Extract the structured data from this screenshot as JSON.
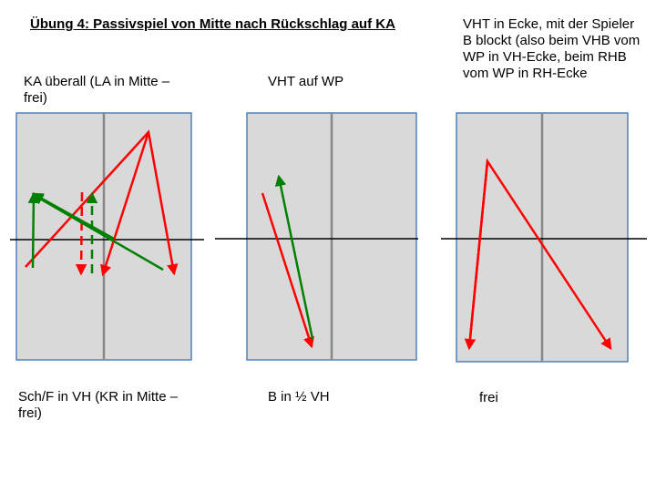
{
  "title": "Übung 4: Passivspiel von Mitte nach Rückschlag auf KA",
  "columns": [
    {
      "top_label": "KA überall (LA in Mitte – frei)",
      "bottom_label": "Sch/F in VH (KR in Mitte – frei)"
    },
    {
      "top_label": "VHT auf WP",
      "bottom_label": "B in ½ VH"
    },
    {
      "top_label": "VHT in Ecke, mit der Spieler B blockt (also beim VHB vom WP in VH-Ecke, beim RHB vom WP in RH-Ecke",
      "bottom_label": "frei"
    }
  ],
  "colors": {
    "table_fill": "#d9d9d9",
    "table_border": "#4f81bd",
    "center_line": "#888888",
    "net": "#000000",
    "red": "#ff0000",
    "green": "#008000"
  }
}
